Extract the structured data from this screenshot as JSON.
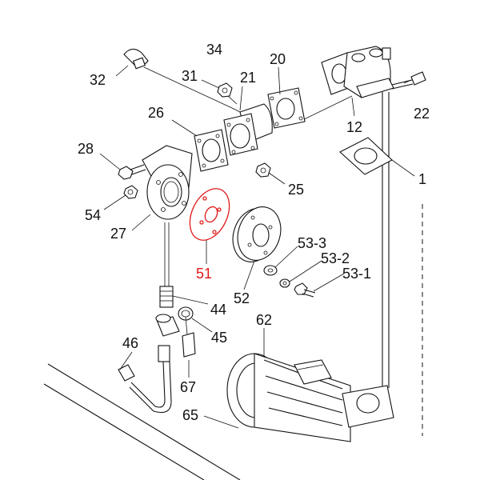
{
  "diagram": {
    "highlight_color": "#e01818",
    "line_color": "#111111",
    "labels": {
      "p1": "1",
      "p12": "12",
      "p20": "20",
      "p21": "21",
      "p22": "22",
      "p25": "25",
      "p26": "26",
      "p27": "27",
      "p28": "28",
      "p31": "31",
      "p32": "32",
      "p34": "34",
      "p44": "44",
      "p45": "45",
      "p46": "46",
      "p51": "51",
      "p52": "52",
      "p53_1": "53-1",
      "p53_2": "53-2",
      "p53_3": "53-3",
      "p54": "54",
      "p62": "62",
      "p65": "65",
      "p67": "67"
    }
  }
}
